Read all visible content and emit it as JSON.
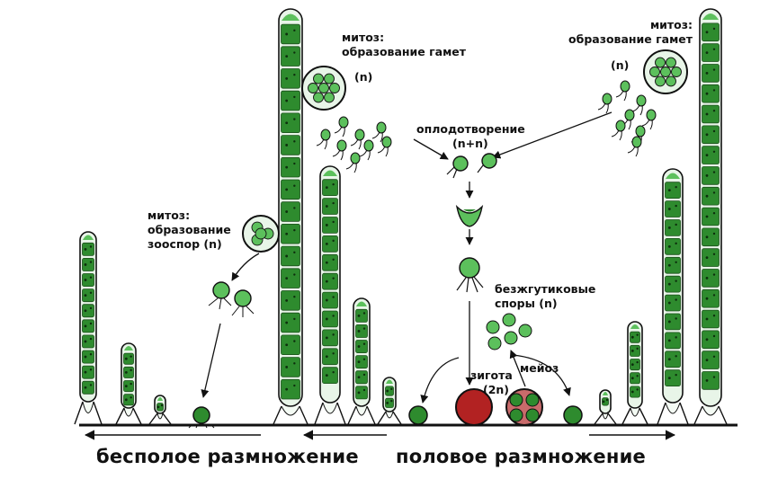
{
  "labels": {
    "mitosis_gametes_left": [
      "митоз:",
      "образование гамет"
    ],
    "ploidy_left": "(n)",
    "mitosis_gametes_right": [
      "митоз:",
      "образование гамет"
    ],
    "ploidy_right": "(n)",
    "fertilization": [
      "оплодотворение",
      "(n+n)"
    ],
    "mitosis_zoospores": [
      "митоз:",
      "образование",
      "зооспор (n)"
    ],
    "aflagellate_spores": [
      "безжгутиковые",
      "споры (n)"
    ],
    "zygote": [
      "зигота",
      "(2n)"
    ],
    "meiosis": "мейоз",
    "asexual": "бесполое размножение",
    "sexual": "половое размножение"
  },
  "colors": {
    "cell_green": "#2e8b2e",
    "cell_light": "#5cc05c",
    "zygote_red": "#b22222",
    "outline": "#111111"
  }
}
